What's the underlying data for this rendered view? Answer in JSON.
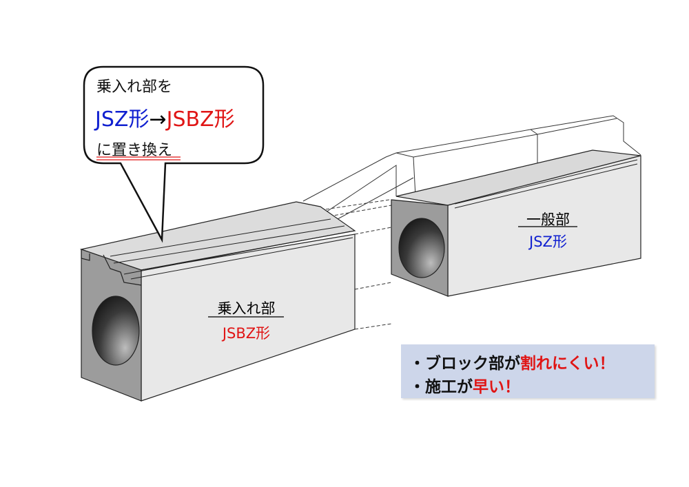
{
  "callout": {
    "line1": "乗入れ部を",
    "from_type": "JSZ形",
    "arrow": "→",
    "to_type": "JSBZ形",
    "line3": "に置き換え"
  },
  "labels": {
    "entrance_part": {
      "name": "乗入れ部",
      "type": "JSBZ形"
    },
    "general_part": {
      "name": "一般部",
      "type": "JSZ形"
    }
  },
  "benefits": [
    {
      "bullet": "・",
      "text": "ブロック部が",
      "highlight": "割れにくい！"
    },
    {
      "bullet": "・",
      "text": "施工が",
      "highlight": "早い！"
    }
  ],
  "colors": {
    "blue": "#1020d0",
    "red": "#e01515",
    "info_bg": "#cdd6ea"
  }
}
